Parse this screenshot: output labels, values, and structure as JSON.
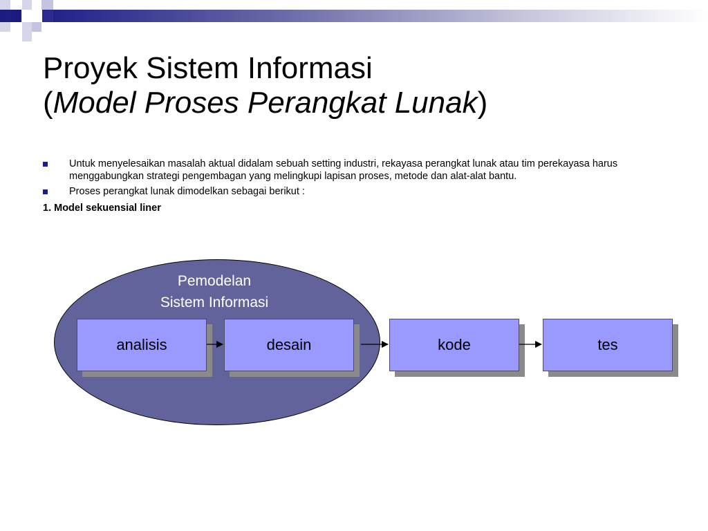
{
  "title": {
    "line1": "Proyek Sistem Informasi",
    "line2_open": "(",
    "line2_italic": "Model Proses Perangkat Lunak",
    "line2_close": ")"
  },
  "bullets": [
    {
      "text": "Untuk menyelesaikan masalah aktual didalam sebuah setting industri, rekayasa perangkat lunak atau tim perekayasa harus menggabungkan strategi pengembagan yang melingkupi lapisan proses, metode dan alat-alat bantu."
    },
    {
      "text": "Proses perangkat lunak dimodelkan sebagai berikut :"
    }
  ],
  "sub_heading": "1. Model sekuensial liner",
  "diagram": {
    "group_label_line1": "Pemodelan",
    "group_label_line2": "Sistem Informasi",
    "steps": [
      "analisis",
      "desain",
      "kode",
      "tes"
    ]
  },
  "colors": {
    "accent": "#1c1c80",
    "ellipse_fill": "#63639b",
    "box_fill": "#9999ff"
  }
}
